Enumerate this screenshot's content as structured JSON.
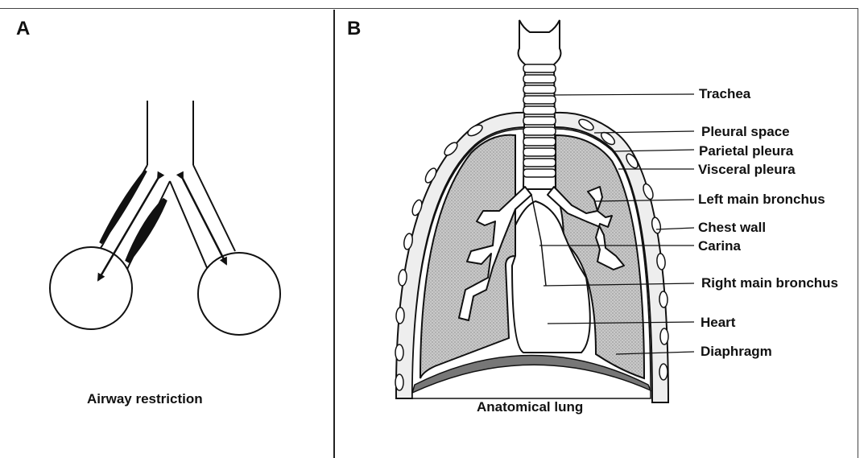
{
  "panels": {
    "a": {
      "letter": "A",
      "caption": "Airway restriction"
    },
    "b": {
      "letter": "B",
      "caption": "Anatomical lung"
    }
  },
  "labels": {
    "trachea": "Trachea",
    "pleural_space": "Pleural space",
    "parietal_pleura": "Parietal pleura",
    "visceral_pleura": "Visceral pleura",
    "left_main_bronchus": "Left main bronchus",
    "chest_wall": "Chest wall",
    "carina": "Carina",
    "right_main_bronchus": "Right main bronchus",
    "heart": "Heart",
    "diaphragm": "Diaphragm"
  }
}
